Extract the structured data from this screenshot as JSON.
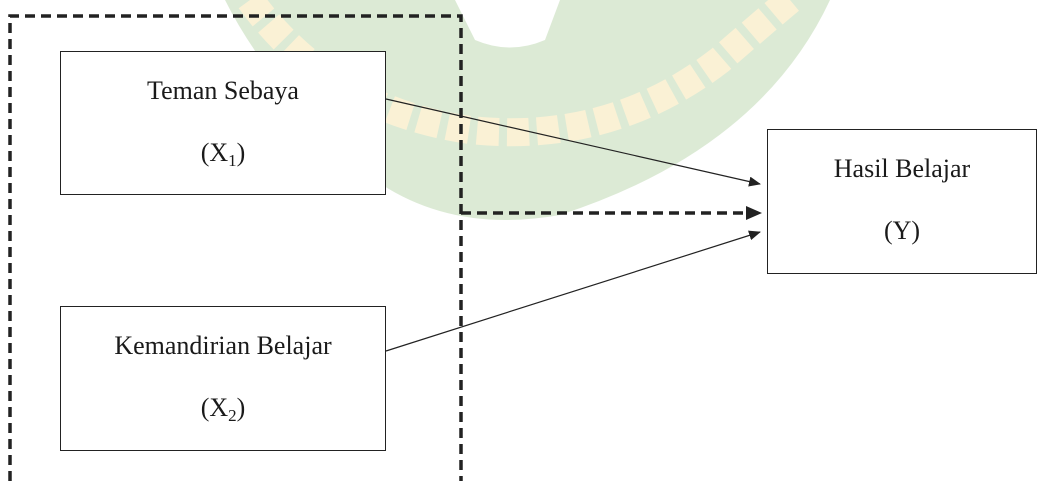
{
  "nodes": {
    "x1": {
      "label": "Teman Sebaya",
      "symbol": "X",
      "subscript": "1"
    },
    "x2": {
      "label": "Kemandirian Belajar",
      "symbol": "X",
      "subscript": "2"
    },
    "y": {
      "label": "Hasil Belajar",
      "symbol_text": "(Y)"
    }
  },
  "colors": {
    "line": "#222222",
    "watermark_green": "#8fbd7a",
    "watermark_gold": "#ecd78a"
  }
}
